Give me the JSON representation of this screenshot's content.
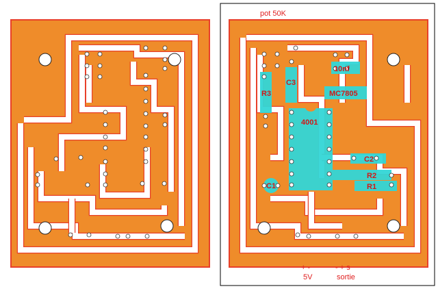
{
  "labels": {
    "pot": "pot 50K",
    "supply_pins": "+  -",
    "supply_name": "5V",
    "output_pins": "-  +  s",
    "output_name": "sortie"
  },
  "components": {
    "r3": "R3",
    "c3": "C3",
    "c10nf": "10nf",
    "regulator": "MC7805",
    "ic": "4001",
    "c2": "C2",
    "r2": "R2",
    "r1": "R1",
    "c1": "C1"
  },
  "colors": {
    "board": "#ef8c2a",
    "copper_outline": "#e8402a",
    "gap": "#ffffff",
    "silk": "#33d6d6",
    "text_red": "#d01818",
    "frame": "#000000"
  }
}
